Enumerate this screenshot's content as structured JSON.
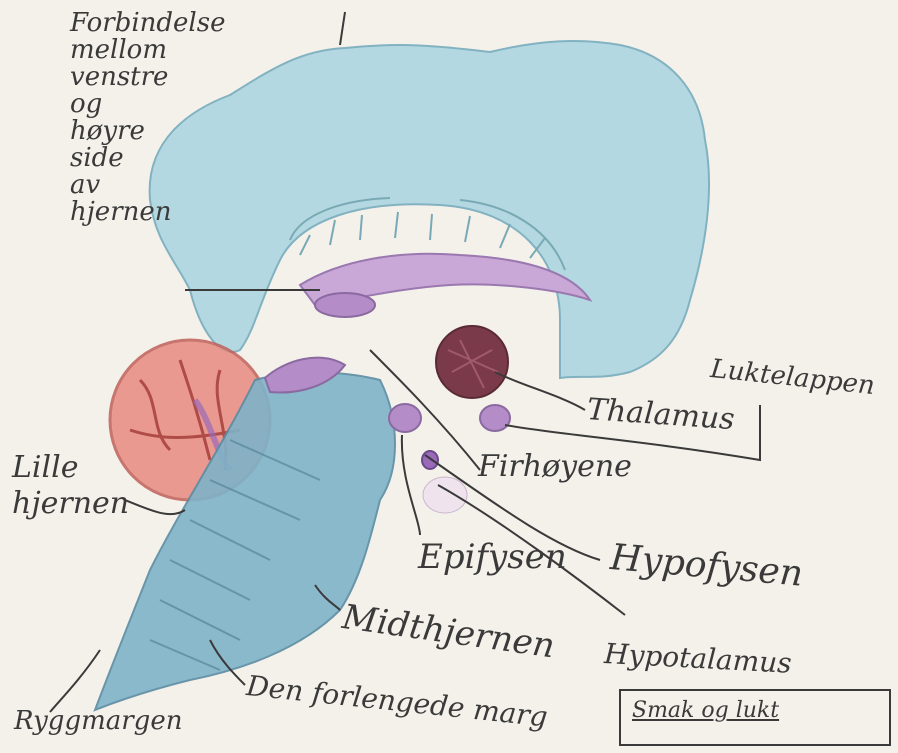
{
  "labels": {
    "corpus_callosum": [
      "Forbindelse",
      "mellom",
      "venstre",
      "og",
      "høyre",
      "side",
      "av",
      "hjernen"
    ],
    "cerebellum": [
      "Lille",
      "hjernen"
    ],
    "olfactory_bulb": "Luktelappen",
    "thalamus": "Thalamus",
    "colliculi": "Firhøyene",
    "epiphysis": "Epifysen",
    "hypophysis": "Hypofysen",
    "midbrain": "Midthjernen",
    "hypothalamus": "Hypotalamus",
    "medulla": "Den forlengede marg",
    "spinal_cord": "Ryggmargen",
    "caption": "Smak og lukt"
  },
  "colors": {
    "paper": "#f4f1ea",
    "cerebrum": "#a8d4e0",
    "brainstem": "#7fb3c8",
    "cerebellum": "#e88a80",
    "purple": "#b48cc8",
    "thalamus": "#7a3a4a",
    "ink": "#3a3a3a"
  }
}
